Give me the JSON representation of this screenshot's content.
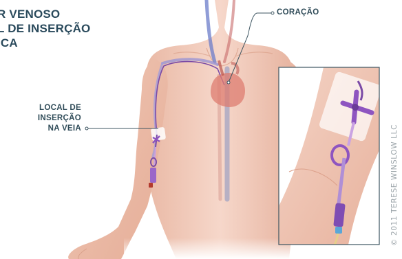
{
  "title": {
    "line1": "R VENOSO",
    "line2": "L DE INSERÇÃO",
    "line3": "ICA"
  },
  "labels": {
    "heart": "CORAÇÃO",
    "insertion_site": [
      "LOCAL DE",
      "INSERÇÃO",
      "NA VEIA"
    ]
  },
  "credit": "© 2011 TERESE WINSLOW LLC",
  "colors": {
    "skin": "#f2cdbd",
    "skin_shadow": "#e2a993",
    "vein": "#8f88c8",
    "catheter": "#7a4aa6",
    "heart": "#d9746a",
    "label_text": "#2f4b58",
    "leader_line": "#3d5561"
  }
}
